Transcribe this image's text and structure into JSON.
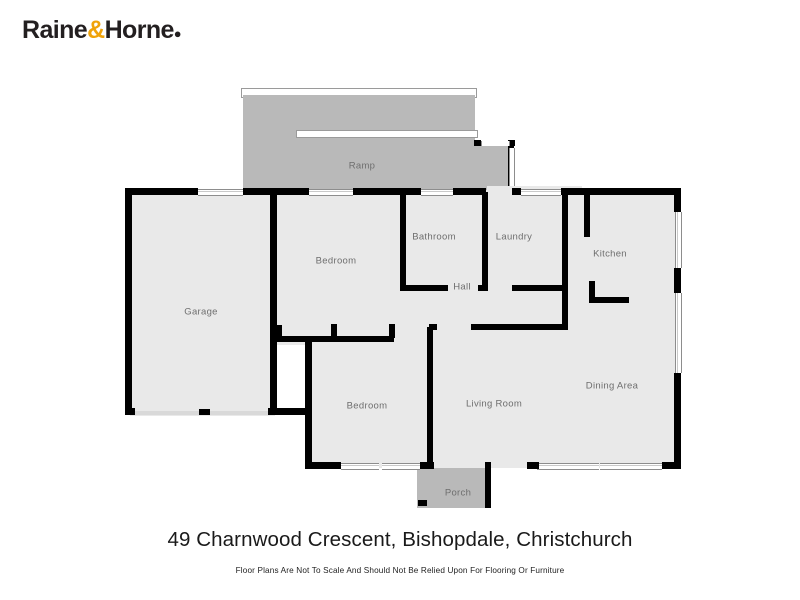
{
  "brand": {
    "name_part1": "Raine",
    "ampersand": "&",
    "name_part2": "Horne",
    "trademark": "●",
    "accent_color": "#f0a30a",
    "text_color": "#231f20"
  },
  "footer": {
    "title": "49 Charnwood Crescent, Bishopdale, Christchurch",
    "disclaimer": "Floor Plans Are Not To Scale And Should Not Be Relied Upon For Flooring Or Furniture"
  },
  "floorplan": {
    "wall_color": "#000000",
    "room_fill": "#e9e9e9",
    "deck_fill": "#b9b9b9",
    "label_color": "#6e6e6e",
    "rooms": [
      {
        "id": "ramp",
        "label": "Ramp",
        "type": "exterior"
      },
      {
        "id": "garage",
        "label": "Garage",
        "type": "interior"
      },
      {
        "id": "bedroom-1",
        "label": "Bedroom",
        "type": "interior"
      },
      {
        "id": "bathroom",
        "label": "Bathroom",
        "type": "interior"
      },
      {
        "id": "laundry",
        "label": "Laundry",
        "type": "interior"
      },
      {
        "id": "kitchen",
        "label": "Kitchen",
        "type": "interior"
      },
      {
        "id": "hall",
        "label": "Hall",
        "type": "interior"
      },
      {
        "id": "bedroom-2",
        "label": "Bedroom",
        "type": "interior"
      },
      {
        "id": "living-room",
        "label": "Living Room",
        "type": "interior"
      },
      {
        "id": "dining-area",
        "label": "Dining Area",
        "type": "interior"
      },
      {
        "id": "porch",
        "label": "Porch",
        "type": "exterior"
      }
    ]
  }
}
